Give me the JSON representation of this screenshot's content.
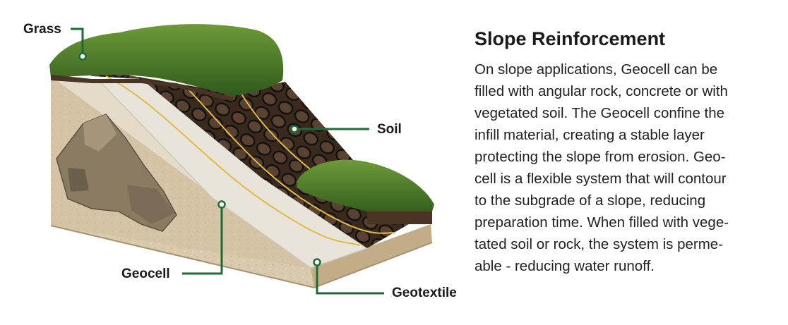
{
  "diagram": {
    "labels": {
      "grass": "Grass",
      "soil": "Soil",
      "geocell": "Geocell",
      "geotextile": "Geotextile"
    },
    "leader_color": "#1e6b3a"
  },
  "description": {
    "title": "Slope Reinforcement",
    "lines": [
      "On slope applications, Geocell can be",
      "filled with angular rock, concrete or with",
      "vegetated soil. The Geocell confine the",
      "infill material, creating a stable layer",
      "protecting the slope from erosion. Geo-",
      "cell is a flexible system that will contour",
      "to the subgrade of a slope, reducing",
      "preparation time. When filled with vege-",
      "tated soil or rock, the system is perme-",
      "able - reducing water runoff."
    ]
  }
}
